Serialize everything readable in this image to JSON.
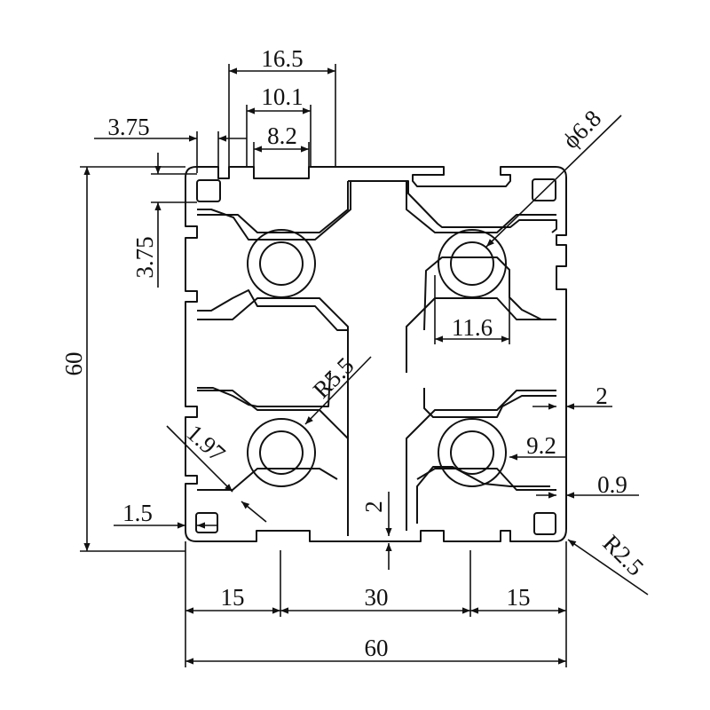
{
  "colors": {
    "ink": "#111111",
    "background": "#ffffff"
  },
  "dimensions": {
    "slot_outer": "16.5",
    "slot_inner": "10.1",
    "slot_opening": "8.2",
    "lip_width": "3.75",
    "lip_height": "3.75",
    "overall_height": "60",
    "overall_width": "60",
    "hole_diameter": "ϕ6.8",
    "hole_spacing": "11.6",
    "radius_center": "R5.5",
    "web_thickness": "2",
    "slot_depth": "9.2",
    "angled_web": "1.97",
    "side_gap": "0.9",
    "corner_wall": "1.5",
    "bottom_wall": "2",
    "corner_radius": "R2.5",
    "pitch_left": "15",
    "pitch_center": "30",
    "pitch_right": "15"
  }
}
